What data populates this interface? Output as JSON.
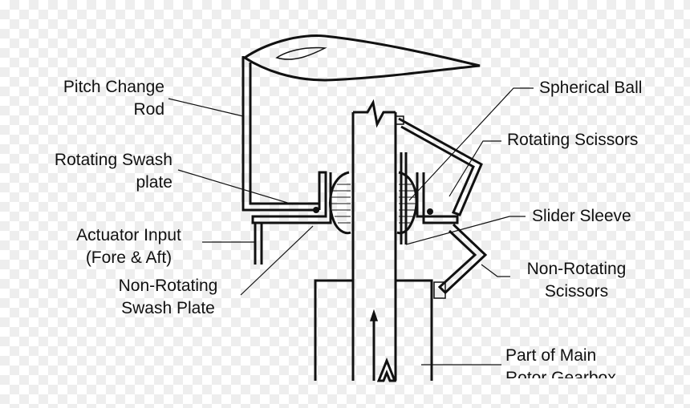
{
  "labels": {
    "pitch_change_rod": "Pitch Change\nRod",
    "rotating_swash_plate": "Rotating Swash\nplate",
    "actuator_input": "Actuator Input\n(Fore & Aft)",
    "non_rotating_swash_plate": "Non-Rotating\nSwash Plate",
    "spherical_ball": "Spherical Ball",
    "rotating_scissors": "Rotating Scissors",
    "slider_sleeve": "Slider Sleeve",
    "non_rotating_scissors": "Non-Rotating\nScissors",
    "main_rotor_gearbox": "Part of Main\nRotor Gearbox"
  },
  "colors": {
    "line": "#111111",
    "background": "#ffffff"
  }
}
